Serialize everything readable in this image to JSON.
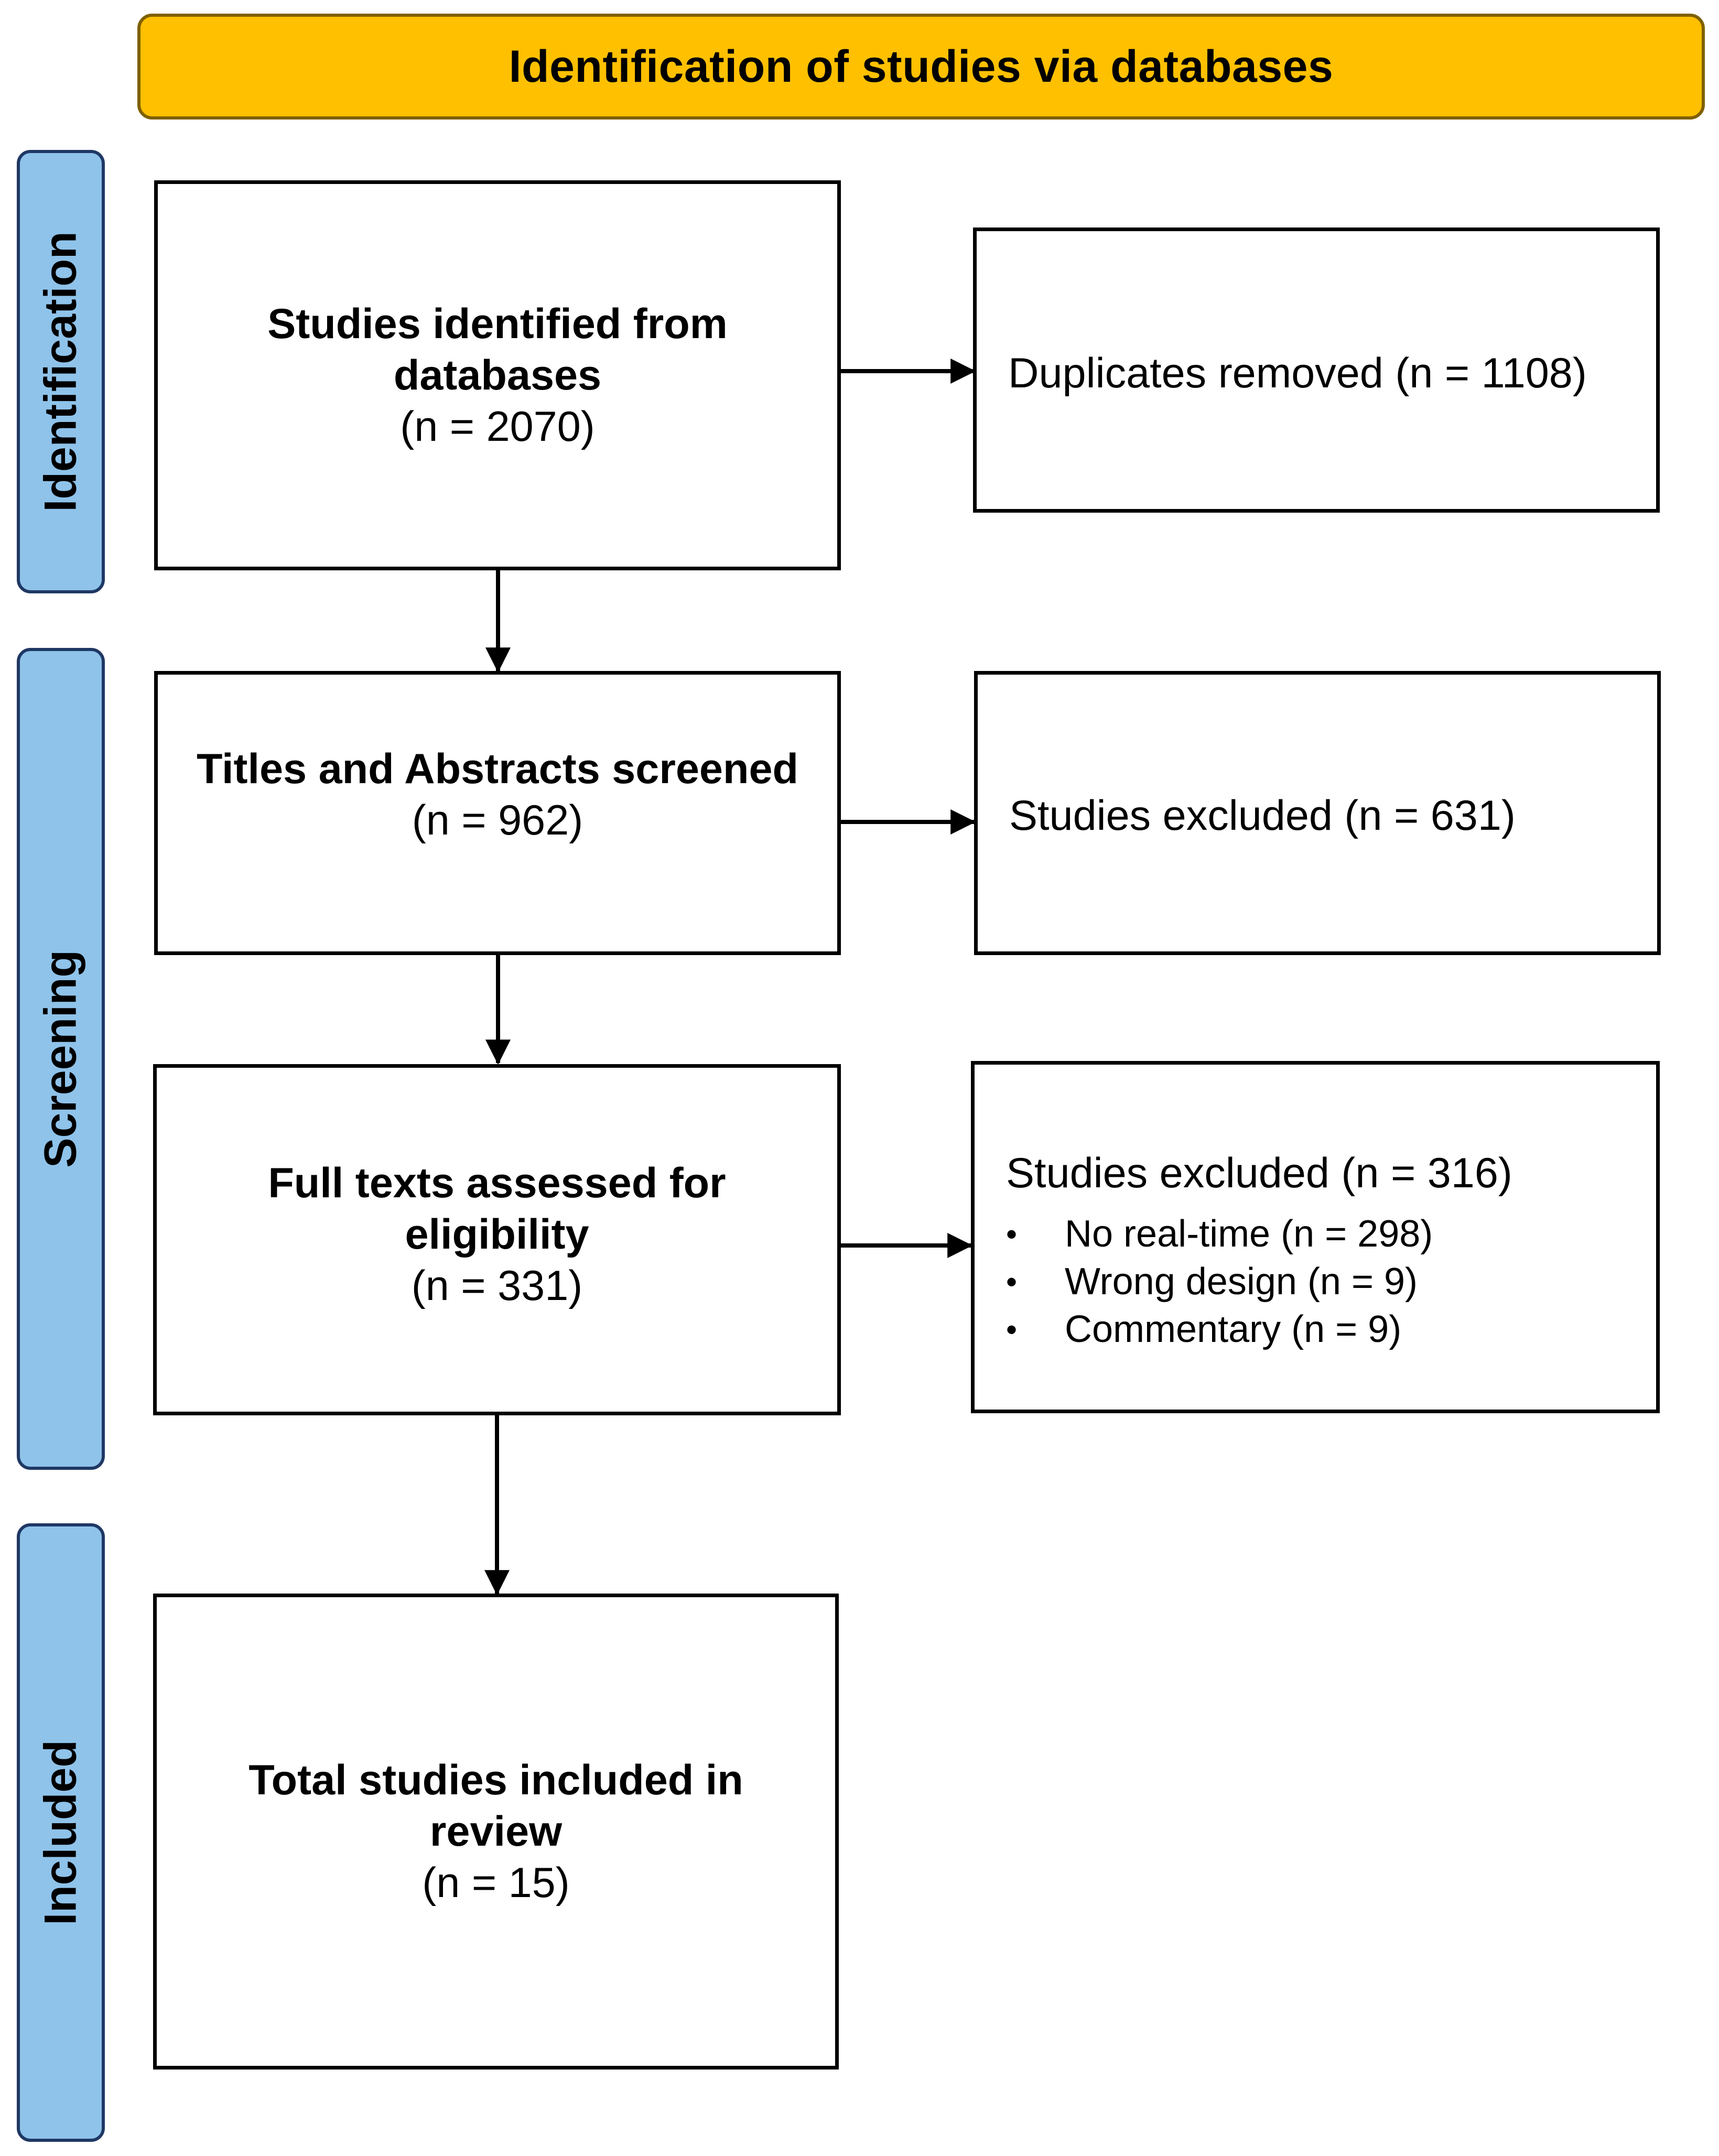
{
  "colors": {
    "header_fill": "#ffc000",
    "phase_fill": "#8fc3ea",
    "line": "#000000"
  },
  "header": {
    "title": "Identification of studies via databases"
  },
  "phases": [
    {
      "label": "Identification"
    },
    {
      "label": "Screening"
    },
    {
      "label": "Included"
    }
  ],
  "boxes": {
    "identified": {
      "title": "Studies identified from databases",
      "count": "(n = 2070)"
    },
    "screened": {
      "title": "Titles and Abstracts screened",
      "count": "(n = 962)"
    },
    "full_text": {
      "title": "Full texts assessed for eligibility",
      "count": "(n = 331)"
    },
    "included": {
      "title": "Total studies included in review",
      "count": "(n = 15)"
    }
  },
  "side_boxes": {
    "duplicates": {
      "text": "Duplicates removed (n = 1108)"
    },
    "excluded_screening": {
      "text": "Studies excluded (n = 631)"
    },
    "excluded_full_text": {
      "text": "Studies excluded (n = 316)",
      "bullet_symbol": "•",
      "reasons": [
        "No real-time (n = 298)",
        "Wrong design (n = 9)",
        "Commentary (n = 9)"
      ]
    }
  }
}
